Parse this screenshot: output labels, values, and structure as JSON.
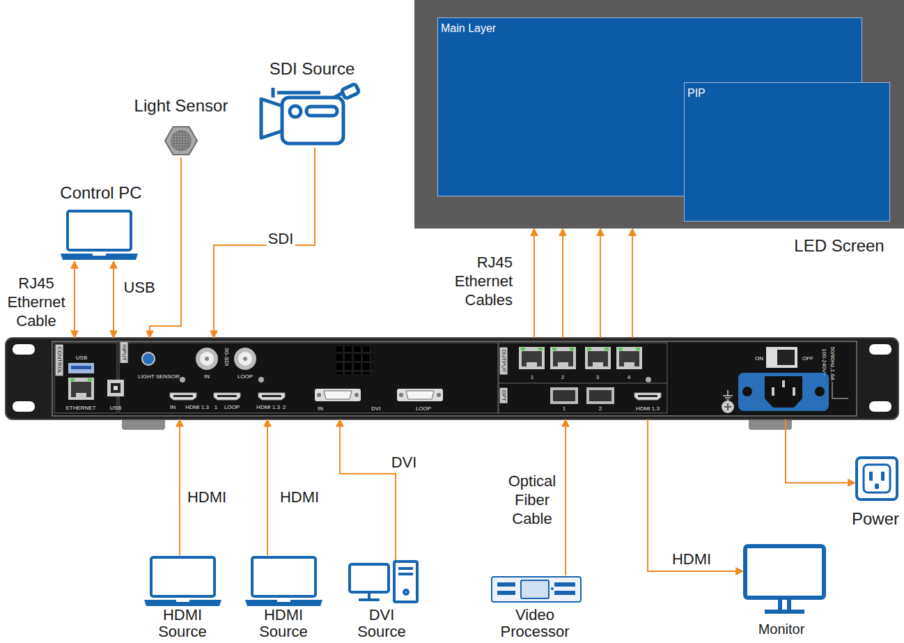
{
  "diagram": {
    "nodes": [
      {
        "text": [
          "Light Sensor"
        ]
      },
      {
        "text": [
          "SDI Source"
        ]
      },
      {
        "text": [
          "Control PC"
        ]
      },
      {
        "text": [
          "LED Screen"
        ]
      },
      {
        "text": [
          "Main Layer"
        ],
        "in": 3
      },
      {
        "text": [
          "PIP"
        ],
        "in": 3
      },
      {
        "text": [
          "CONTROL",
          "INPUT",
          "OUTPUT",
          "OPT"
        ]
      },
      {
        "text": [
          "HDMI Source"
        ]
      },
      {
        "text": [
          "HDMI Source"
        ]
      },
      {
        "text": [
          "DVI Source"
        ]
      },
      {
        "text": [
          "Video Processor"
        ]
      },
      {
        "text": [
          "Monitor"
        ]
      },
      {
        "text": [
          "Power"
        ]
      }
    ],
    "edges": [
      {
        "from": 2,
        "to": 6,
        "arrow": "both",
        "label": "RJ45 Ethernet Cable"
      },
      {
        "from": 2,
        "to": 6,
        "arrow": "both",
        "label": "USB"
      },
      {
        "from": 0,
        "to": 6,
        "arrow": "to"
      },
      {
        "from": 1,
        "to": 6,
        "arrow": "to",
        "label": "SDI"
      },
      {
        "from": 7,
        "to": 6,
        "arrow": "to",
        "label": "HDMI"
      },
      {
        "from": 8,
        "to": 6,
        "arrow": "to",
        "label": "HDMI"
      },
      {
        "from": 9,
        "to": 6,
        "arrow": "to",
        "label": "DVI"
      },
      {
        "from": 10,
        "to": 6,
        "arrow": "to",
        "label": "Optical Fiber Cable"
      },
      {
        "from": 6,
        "to": 11,
        "arrow": "to",
        "label": "HDMI"
      },
      {
        "from": 6,
        "to": 12,
        "arrow": "to"
      },
      {
        "from": 6,
        "to": 3,
        "arrow": "to",
        "label": "RJ45 Ethernet Cables"
      },
      {
        "from": 6,
        "to": 3,
        "arrow": "to"
      },
      {
        "from": 6,
        "to": 3,
        "arrow": "to"
      },
      {
        "from": 6,
        "to": 3,
        "arrow": "to"
      }
    ],
    "labels": [
      "USB",
      "ETHERNET",
      "USB",
      "LIGHT SENSOR",
      "3G-SDI",
      "IN",
      "LOOP",
      "IN",
      "HDMI 1.3",
      "1",
      "LOOP",
      "HDMI 1.3",
      "2",
      "IN",
      "DVI",
      "LOOP",
      "1",
      "2",
      "3",
      "4",
      "1",
      "2",
      "HDMI 1.3",
      "ON",
      "OFF",
      "100-240V~",
      "50/60Hz,1.6A"
    ]
  }
}
